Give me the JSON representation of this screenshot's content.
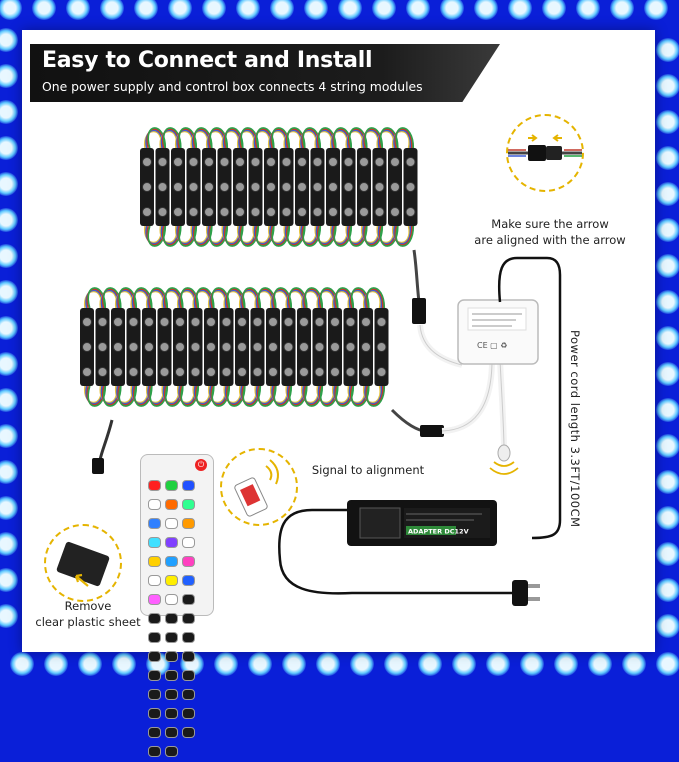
{
  "banner": {
    "title": "Easy to Connect and Install",
    "subtitle": "One power supply and control box connects 4 string modules"
  },
  "callouts": {
    "connector_note_line1": "Make sure the arrow",
    "connector_note_line2": "are aligned with the arrow",
    "signal_note": "Signal to alignment",
    "remove_line1": "Remove",
    "remove_line2": "clear plastic sheet"
  },
  "power_cord_note": "Power cord length 3.3FT/100CM",
  "adapter_label": "ADAPTER DC12V",
  "colors": {
    "background_blue": "#0a1fd8",
    "module_black": "#1a1a1a",
    "wire_yellow": "#e7c33a",
    "wire_blue": "#3b5bd6",
    "wire_red": "#c0392b",
    "callout_border": "#e5b400"
  },
  "remote": {
    "power_symbol": "⏻",
    "color_keys": [
      "#ff2020",
      "#20d040",
      "#2050ff",
      "#ffffff",
      "#ff6a00",
      "#30ff90",
      "#3080ff",
      "#ffffff",
      "#ff9a00",
      "#40e0ff",
      "#8040ff",
      "#ffffff",
      "#ffd000",
      "#20a0ff",
      "#ff40c0",
      "#ffffff",
      "#ffee00",
      "#2060ff",
      "#ff60ff",
      "#ffffff"
    ]
  }
}
